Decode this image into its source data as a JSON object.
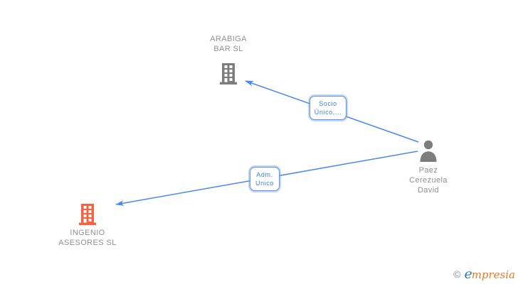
{
  "diagram": {
    "background": "#ffffff",
    "nodes": [
      {
        "id": "arabiga",
        "type": "company",
        "icon": "building-icon",
        "label": "ARABIGA BAR SL",
        "color": "#7d7d7d"
      },
      {
        "id": "paez",
        "type": "person",
        "icon": "person-icon",
        "label": "Paez Cerezuela David",
        "color": "#7d7d7d"
      },
      {
        "id": "ingenio",
        "type": "company",
        "icon": "building-icon",
        "label": "INGENIO ASESORES SL",
        "color": "#f9623e"
      }
    ],
    "edges": [
      {
        "from": "paez",
        "to": "arabiga",
        "label": "Socio Único,..."
      },
      {
        "from": "paez",
        "to": "ingenio",
        "label": "Adm. Unico"
      }
    ],
    "colors": {
      "edge": "#4a86f4",
      "edge_label_text": "#3b7de8",
      "edge_label_border": "#5a90ee",
      "node_label_text": "#8f8f8f"
    }
  },
  "watermark": {
    "copyright_symbol": "©",
    "brand_initial": "e",
    "brand_rest": "mpresia",
    "copyright_color": "#8796a6",
    "brand_initial_color": "#2e7fb0",
    "brand_rest_color": "#e87a28"
  }
}
